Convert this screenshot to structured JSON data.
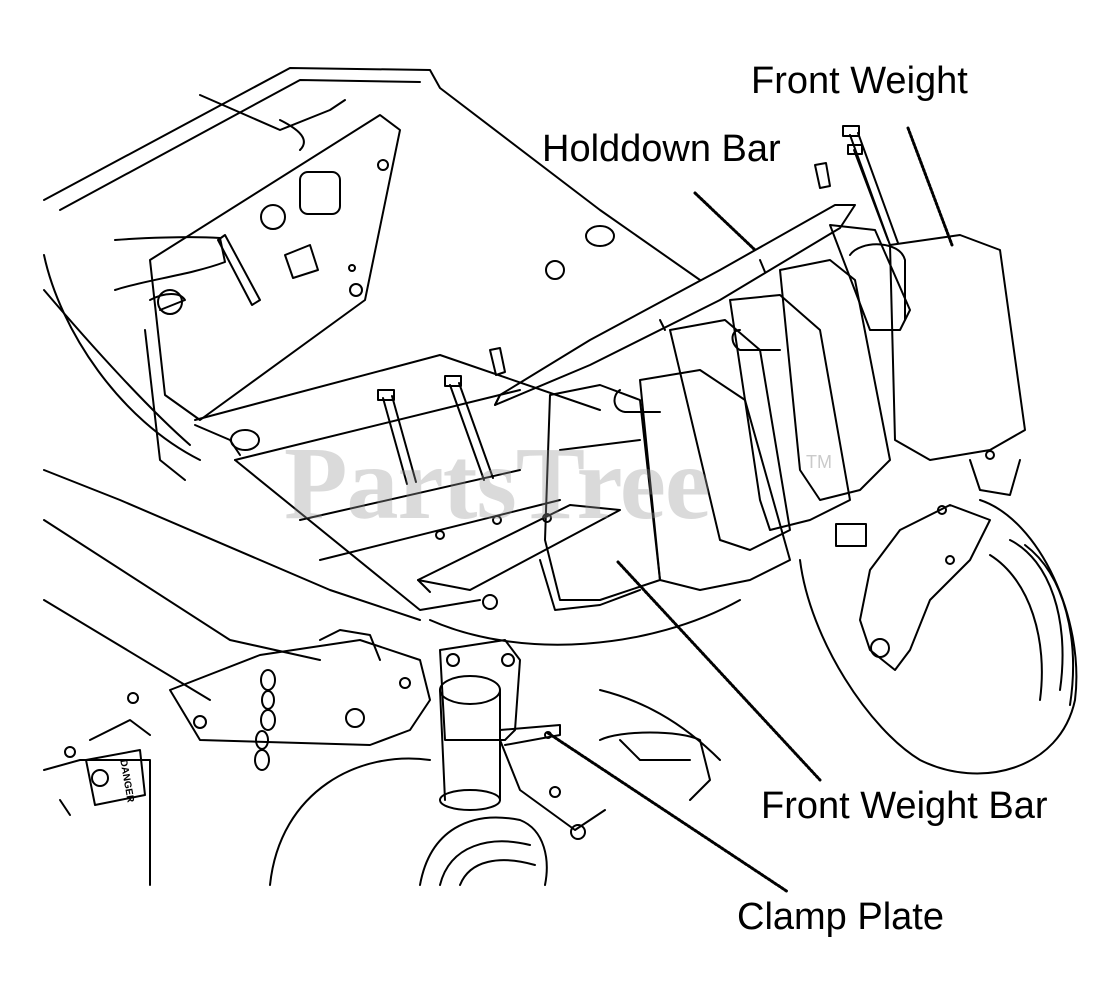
{
  "callouts": {
    "front_weight": "Front Weight",
    "holddown_bar": "Holddown Bar",
    "front_weight_bar": "Front Weight Bar",
    "clamp_plate": "Clamp Plate"
  },
  "watermark": {
    "text": "PartsTree",
    "trademark": "TM"
  },
  "decal_text": "DANGER",
  "colors": {
    "line": "#000000",
    "background": "#ffffff",
    "watermark": "#969696"
  }
}
